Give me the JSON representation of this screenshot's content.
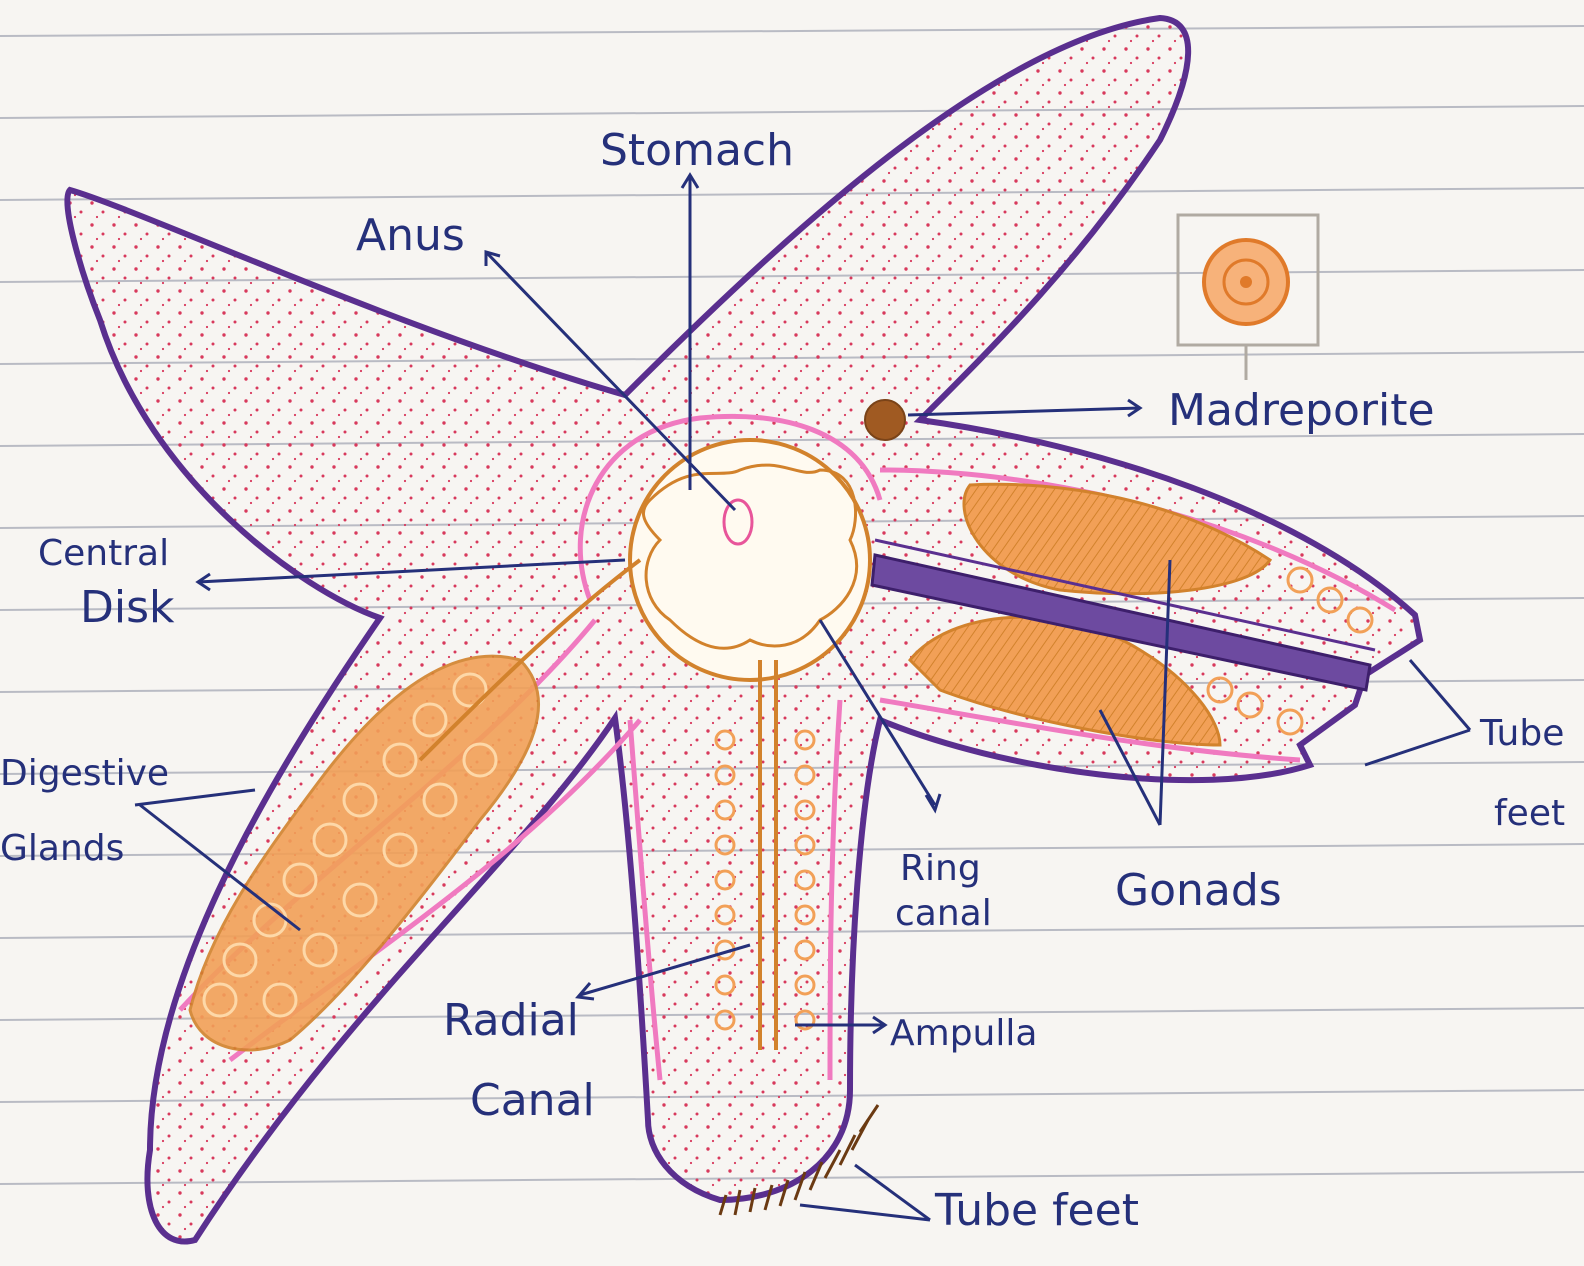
{
  "labels": {
    "stomach": "Stomach",
    "anus": "Anus",
    "central_disk_1": "Central",
    "central_disk_2": "Disk",
    "madreporite": "Madreporite",
    "digestive_glands_1": "Digestive",
    "digestive_glands_2": "Glands",
    "ring_canal_1": "Ring",
    "ring_canal_2": "canal",
    "gonads": "Gonads",
    "tube_feet_right_1": "Tube",
    "tube_feet_right_2": "feet",
    "radial_canal_1": "Radial",
    "radial_canal_2": "Canal",
    "ampulla": "Ampulla",
    "tube_feet_bottom": "Tube feet"
  },
  "colors": {
    "paper": "#f7f5f2",
    "rule_line": "#b9bbc4",
    "outline": "#5a2f8f",
    "pink": "#f07ac0",
    "dots": "#d8395c",
    "orange": "#f2a057",
    "orange_line": "#d2822c",
    "label_ink": "#25307a",
    "madreporite": "#a05a22"
  }
}
